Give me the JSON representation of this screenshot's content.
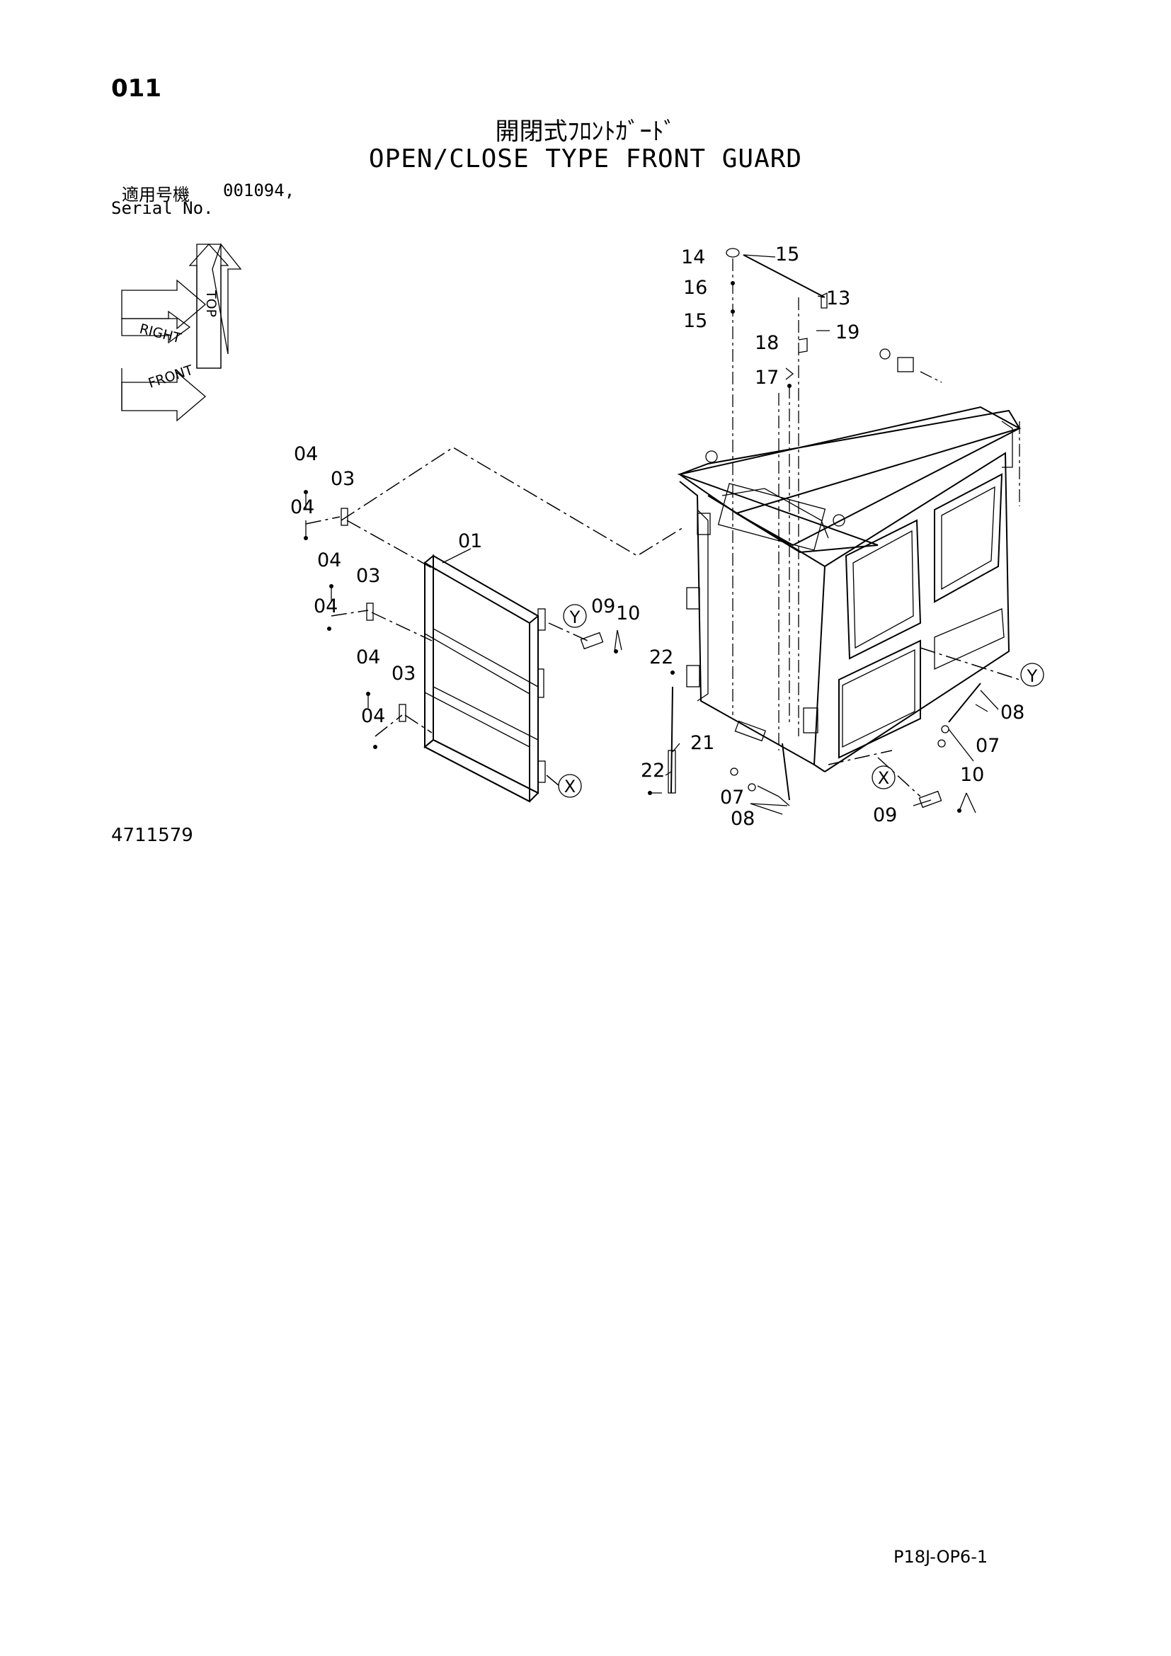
{
  "header": {
    "page_number": "011",
    "title_jp": "開閉式ﾌﾛﾝﾄｶﾞｰﾄﾞ",
    "title_en": "OPEN/CLOSE TYPE FRONT GUARD",
    "serial_jp": "適用号機",
    "serial_value": "001094,",
    "serial_en": "Serial No."
  },
  "orientation_icon": {
    "labels": [
      "TOP",
      "RIGHT",
      "FRONT"
    ]
  },
  "callouts": {
    "c01": "01",
    "c03": "03",
    "c04": "04",
    "c07": "07",
    "c08": "08",
    "c09": "09",
    "c10": "10",
    "c13": "13",
    "c14": "14",
    "c15": "15",
    "c16": "16",
    "c17": "17",
    "c18": "18",
    "c19": "19",
    "c21": "21",
    "c22": "22",
    "mark_x": "X",
    "mark_y": "Y"
  },
  "footer": {
    "drawing_number": "4711579",
    "sheet_code": "P18J-OP6-1"
  },
  "colors": {
    "line": "#000000",
    "background": "#ffffff"
  }
}
